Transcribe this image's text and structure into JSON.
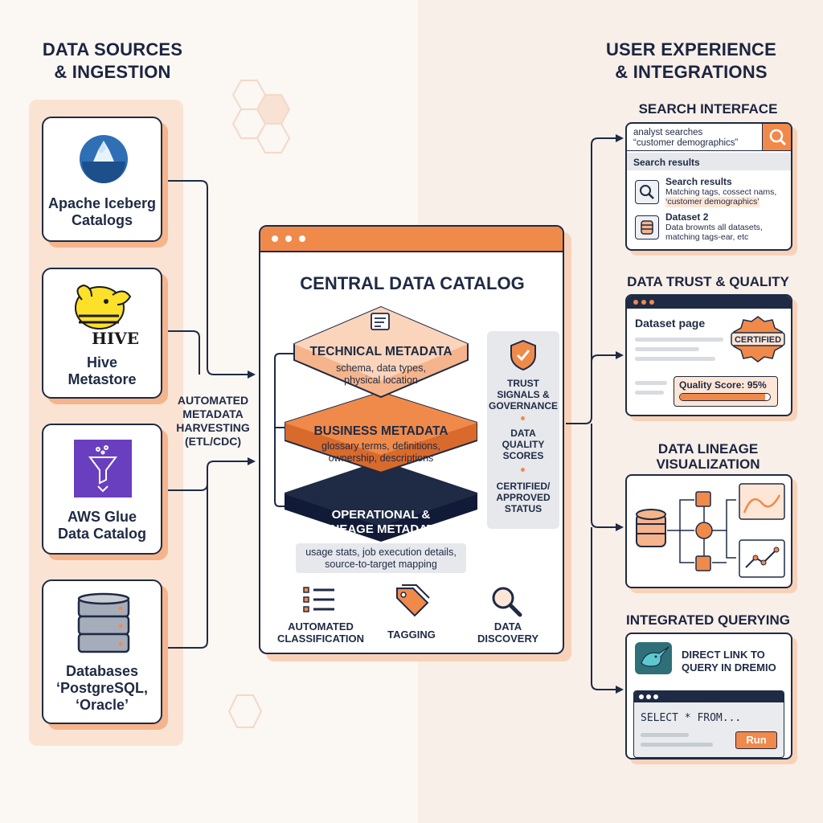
{
  "left_heading": [
    "DATA SOURCES",
    "& INGESTION"
  ],
  "right_heading": [
    "USER EXPERIENCE",
    "& INTEGRATIONS"
  ],
  "sources": [
    {
      "label": [
        "Apache Iceberg",
        "Catalogs"
      ],
      "icon": "iceberg-icon"
    },
    {
      "label": [
        "Hive",
        "Metastore"
      ],
      "icon": "hive-logo",
      "logo_text": "HIVE"
    },
    {
      "label": [
        "AWS Glue",
        "Data Catalog"
      ],
      "icon": "glue-funnel-icon"
    },
    {
      "label": [
        "Databases",
        "‘PostgreSQL,",
        "‘Oracle’"
      ],
      "icon": "database-icon"
    }
  ],
  "harvest_label": [
    "AUTOMATED",
    "METADATA",
    "HARVESTING",
    "(ETL/CDC)"
  ],
  "catalog": {
    "title": "CENTRAL DATA CATALOG",
    "layers": [
      {
        "title": "TECHNICAL METADATA",
        "desc": [
          "schema, data types,",
          "physical location"
        ]
      },
      {
        "title": "BUSINESS METADATA",
        "desc": [
          "glossary terms, definitions,",
          "ownership, descriptions"
        ]
      },
      {
        "title": "OPERATIONAL &",
        "title2": "LINEAGE METADATA",
        "desc": [
          "usage stats, job execution details,",
          "source-to-target mapping"
        ]
      }
    ],
    "trust_items": [
      [
        "TRUST",
        "SIGNALS &",
        "GOVERNANCE"
      ],
      [
        "DATA",
        "QUALITY",
        "SCORES"
      ],
      [
        "CERTIFIED/",
        "APPROVED",
        "STATUS"
      ]
    ],
    "features": [
      {
        "label": [
          "AUTOMATED",
          "CLASSIFICATION"
        ],
        "icon": "list-icon"
      },
      {
        "label": [
          "TAGGING"
        ],
        "icon": "tag-icon"
      },
      {
        "label": [
          "DATA",
          "DISCOVERY"
        ],
        "icon": "magnifier-icon"
      }
    ]
  },
  "search": {
    "title": "SEARCH INTERFACE",
    "query": [
      "analyst searches",
      "“customer demographics”"
    ],
    "results_header": "Search results",
    "r1_title": "Search results",
    "r1_desc": [
      "Matching tags, cossect nams,",
      "‘customer demographics’"
    ],
    "r2_title": "Dataset 2",
    "r2_desc": [
      "Data brownts all datasets,",
      "matching tags-ear, etc"
    ]
  },
  "trust": {
    "title": "DATA TRUST & QUALITY",
    "page_label": "Dataset page",
    "badge": "CERTIFIED",
    "quality": "Quality Score: 95%",
    "quality_value": 0.95
  },
  "lineage": {
    "title": [
      "DATA LINEAGE",
      "VISUALIZATION"
    ]
  },
  "querying": {
    "title": "INTEGRATED QUERYING",
    "link": [
      "DIRECT LINK TO",
      "QUERY IN DREMIO"
    ],
    "sql": "SELECT * FROM...",
    "run": "Run"
  },
  "colors": {
    "navy": "#1f2a44",
    "orange": "#f08a4b",
    "peach": "#fbe3d3"
  }
}
